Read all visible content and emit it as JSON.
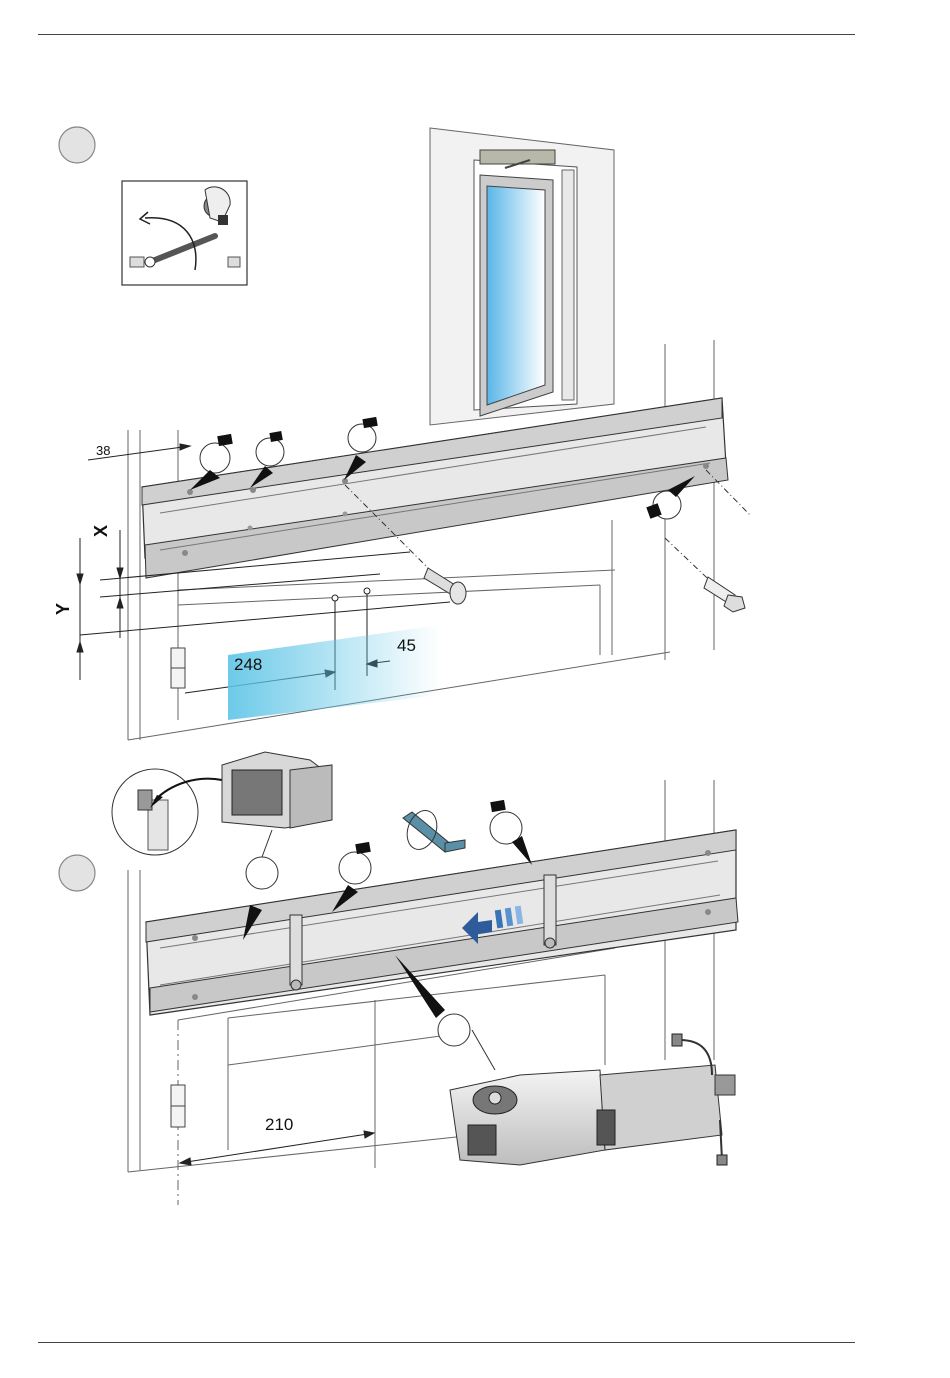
{
  "dimensions": {
    "d38": "38",
    "x": "X",
    "y": "Y",
    "d248": "248",
    "d45": "45",
    "d210": "210"
  },
  "colors": {
    "line": "#333333",
    "wall": "#f2f2f2",
    "rail": "#d4d4d4",
    "glass_cyan": "#5cc4e6",
    "arrow": "#111111",
    "slide_arrow": "#2e5b9a"
  }
}
